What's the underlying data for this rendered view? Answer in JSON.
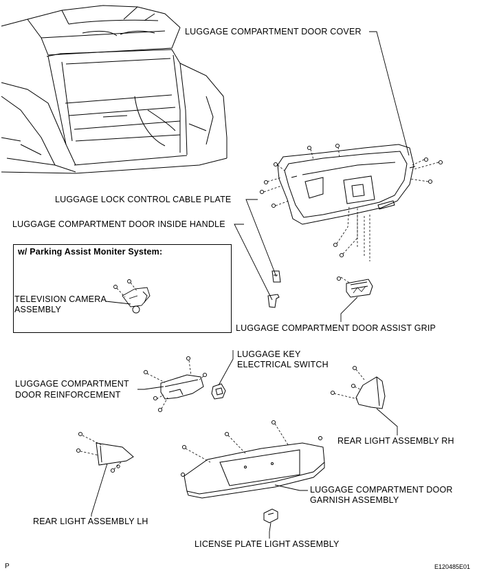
{
  "labels": {
    "door_cover": "LUGGAGE COMPARTMENT DOOR COVER",
    "cable_plate": "LUGGAGE LOCK CONTROL CABLE PLATE",
    "inside_handle": "LUGGAGE COMPARTMENT DOOR INSIDE HANDLE",
    "inset_title": "w/ Parking Assist Moniter System:",
    "camera_line1": "TELEVISION CAMERA",
    "camera_line2": "ASSEMBLY",
    "assist_grip": "LUGGAGE COMPARTMENT DOOR ASSIST GRIP",
    "key_switch_line1": "LUGGAGE KEY",
    "key_switch_line2": "ELECTRICAL SWITCH",
    "reinforcement_line1": "LUGGAGE COMPARTMENT",
    "reinforcement_line2": "DOOR REINFORCEMENT",
    "rear_light_rh": "REAR LIGHT ASSEMBLY RH",
    "garnish_line1": "LUGGAGE COMPARTMENT DOOR",
    "garnish_line2": "GARNISH ASSEMBLY",
    "rear_light_lh": "REAR LIGHT ASSEMBLY LH",
    "license_light": "LICENSE PLATE LIGHT ASSEMBLY"
  },
  "footer": {
    "corner_letter": "P",
    "figure_code": "E120485E01"
  }
}
